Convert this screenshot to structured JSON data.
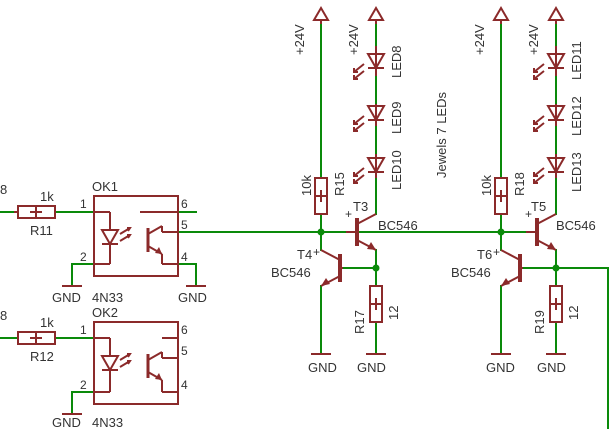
{
  "colors": {
    "wire": "#0a8a0a",
    "component": "#8b2a2a",
    "text": "#333333",
    "background": "#ffffff"
  },
  "optocouplers": [
    {
      "ref": "OK1",
      "part": "4N33",
      "pins": [
        "1",
        "2",
        "4",
        "5",
        "6"
      ]
    },
    {
      "ref": "OK2",
      "part": "4N33",
      "pins": [
        "1",
        "2",
        "4",
        "5",
        "6"
      ]
    }
  ],
  "input_resistors": [
    {
      "ref": "R11",
      "value": "1k",
      "net_stub": "8"
    },
    {
      "ref": "R12",
      "value": "1k",
      "net_stub": "8"
    }
  ],
  "base_resistors": [
    {
      "ref": "R15",
      "value": "10k"
    },
    {
      "ref": "R18",
      "value": "10k"
    }
  ],
  "emitter_resistors": [
    {
      "ref": "R17",
      "value": "12"
    },
    {
      "ref": "R19",
      "value": "12"
    }
  ],
  "transistors": [
    {
      "ref": "T3",
      "part": "BC546"
    },
    {
      "ref": "T4",
      "part": "BC546"
    },
    {
      "ref": "T5",
      "part": "BC546"
    },
    {
      "ref": "T6",
      "part": "BC546"
    }
  ],
  "leds": [
    "LED8",
    "LED9",
    "LED10",
    "LED11",
    "LED12",
    "LED13"
  ],
  "supply": "+24V",
  "ground": "GND",
  "note": "Jewels 7 LEDs"
}
